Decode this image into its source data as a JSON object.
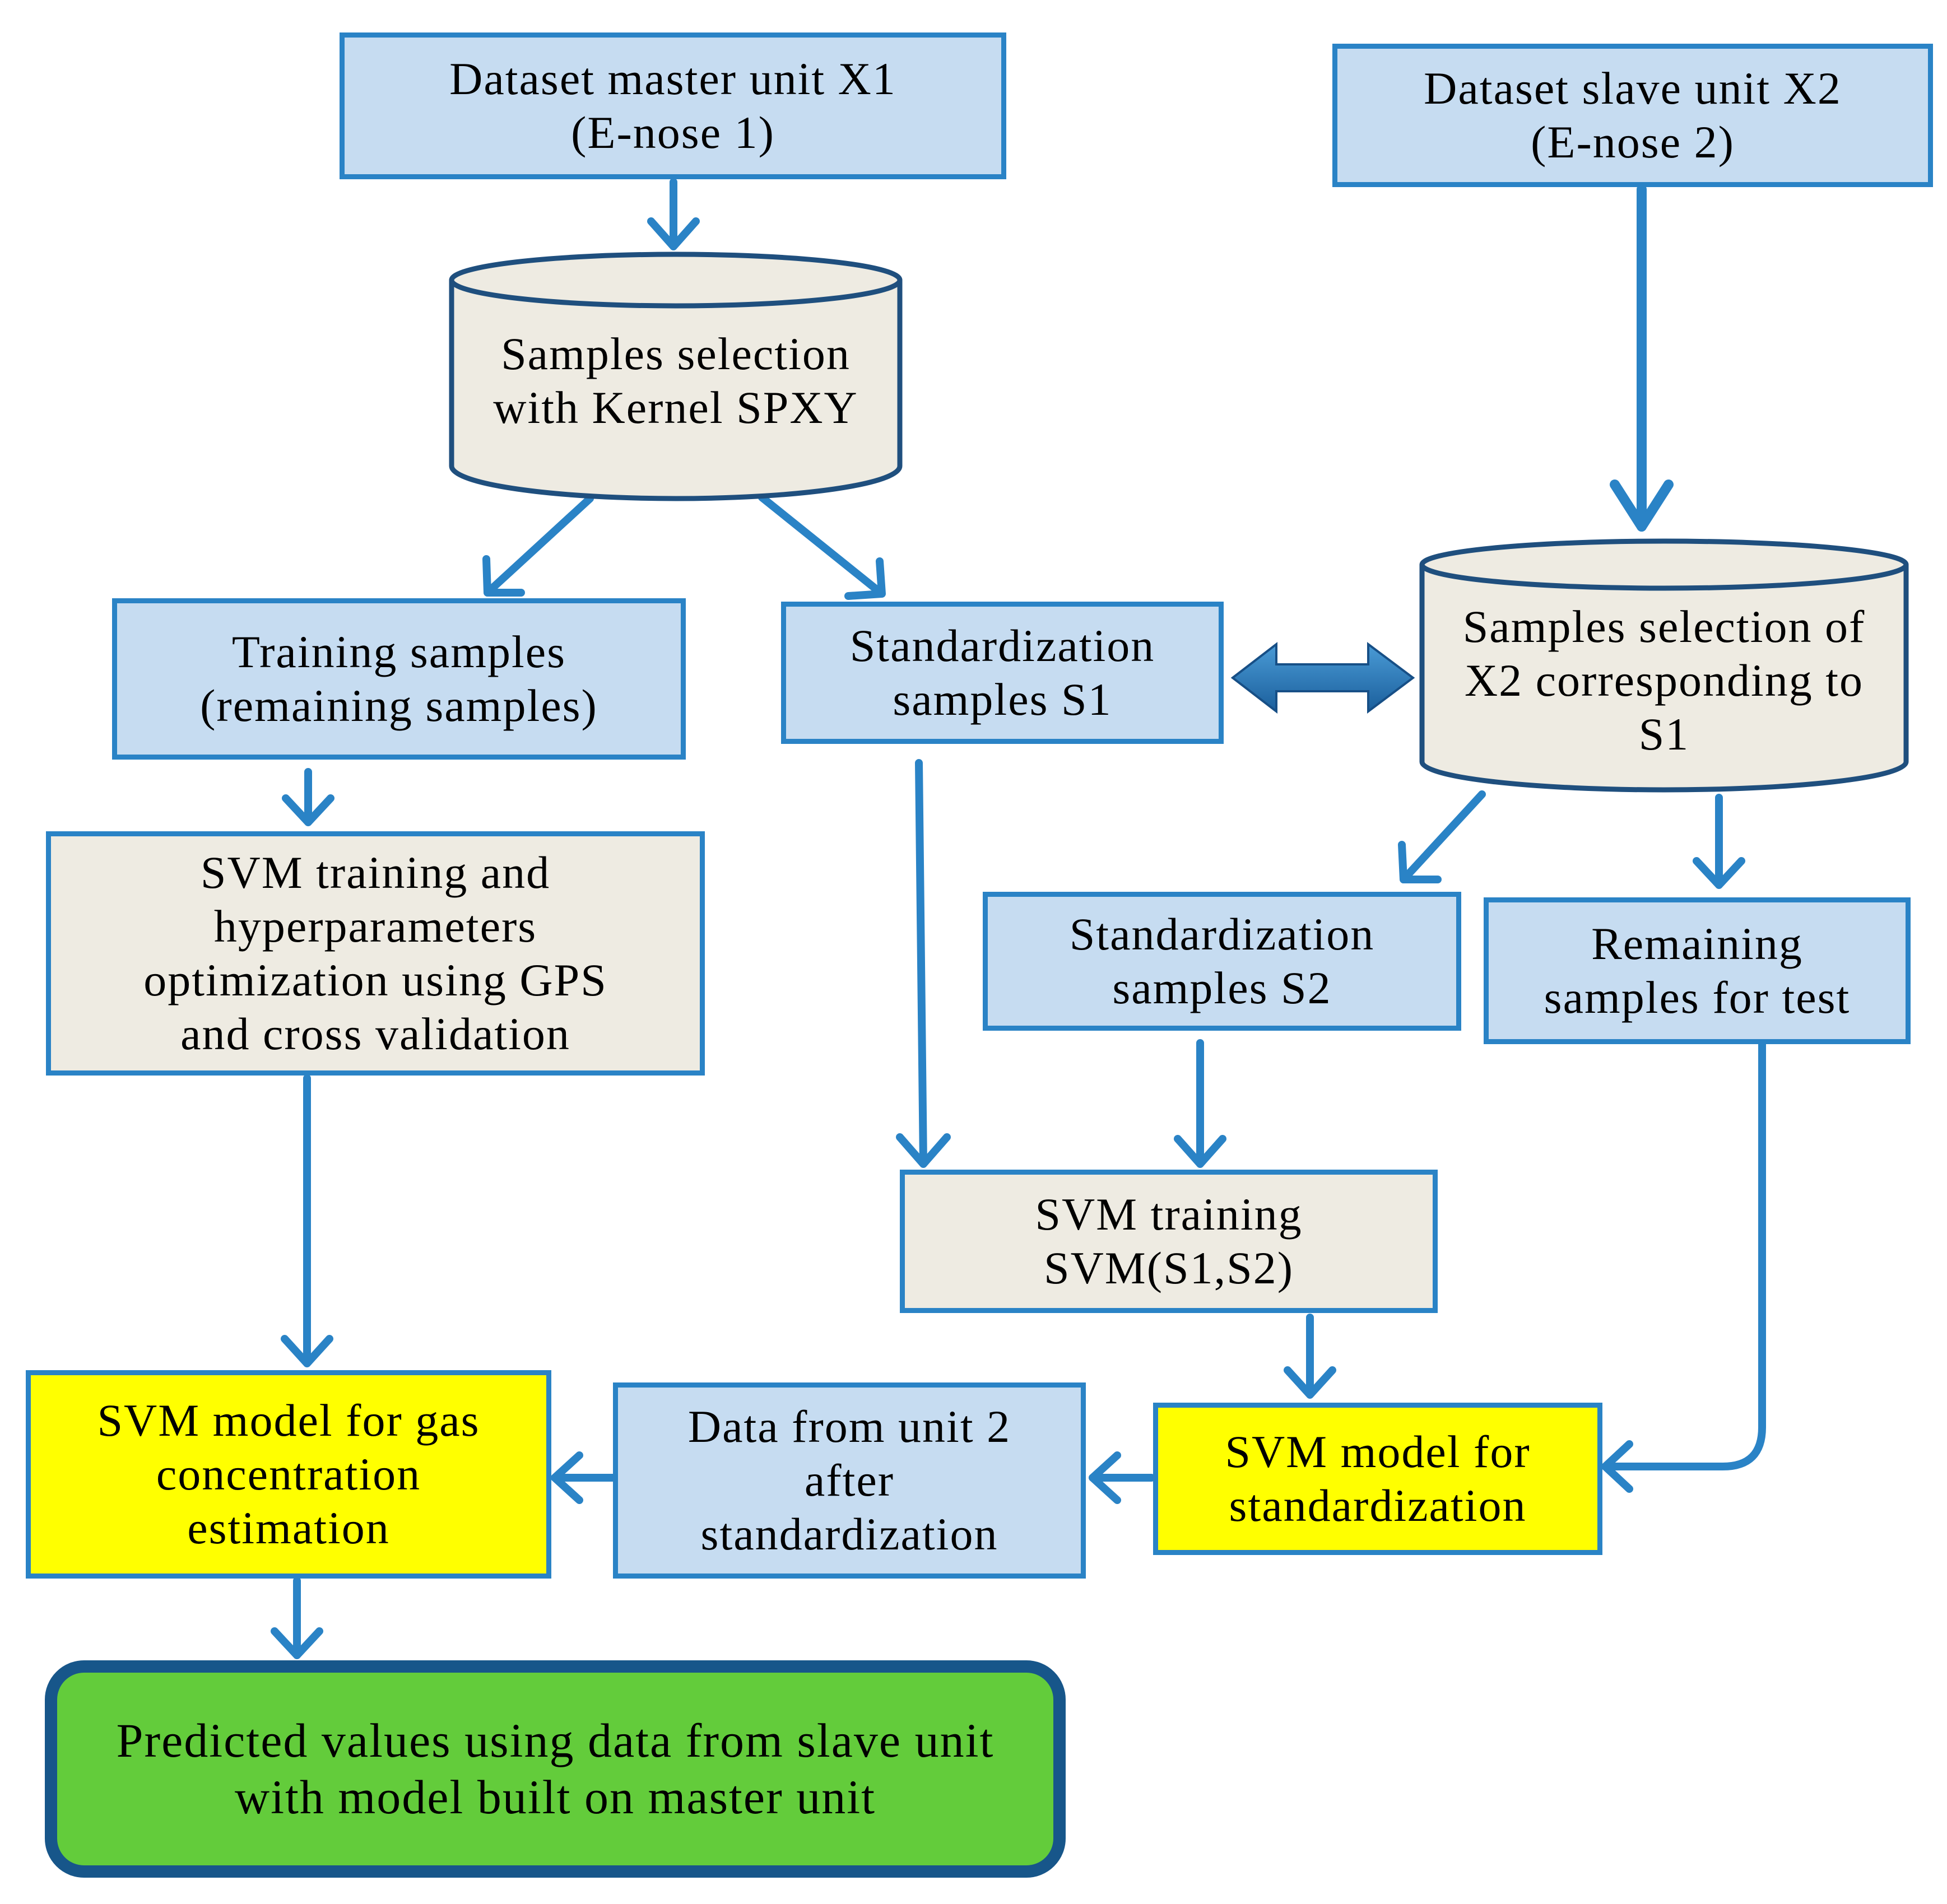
{
  "nodes": {
    "dataset_x1": {
      "lines": [
        "Dataset  master unit X1",
        "(E-nose 1)"
      ]
    },
    "dataset_x2": {
      "lines": [
        "Dataset  slave unit X2",
        "(E-nose 2)"
      ]
    },
    "kernel_spxy": {
      "lines": [
        "Samples selection",
        "with Kernel SPXY"
      ]
    },
    "training_samples": {
      "lines": [
        "Training samples",
        "(remaining samples)"
      ]
    },
    "std_s1": {
      "lines": [
        "Standardization",
        "samples S1"
      ]
    },
    "selection_x2": {
      "lines": [
        "Samples selection of",
        "X2 corresponding to",
        "S1"
      ]
    },
    "svm_gps": {
      "lines": [
        "SVM training and",
        "hyperparameters",
        "optimization using GPS",
        "and cross validation"
      ]
    },
    "std_s2": {
      "lines": [
        "Standardization",
        "samples S2"
      ]
    },
    "remaining_test": {
      "lines": [
        "Remaining",
        "samples for test"
      ]
    },
    "svm_s1s2": {
      "lines": [
        "SVM training",
        "SVM(S1,S2)"
      ]
    },
    "svm_gas": {
      "lines": [
        "SVM model for gas",
        "concentration",
        "estimation"
      ]
    },
    "data_unit2": {
      "lines": [
        "Data from unit 2",
        "after",
        "standardization"
      ]
    },
    "svm_std_model": {
      "lines": [
        "SVM model for",
        "standardization"
      ]
    },
    "predicted": {
      "lines": [
        "Predicted values using data from slave unit",
        "with model built on master unit"
      ]
    }
  },
  "colors": {
    "box_fill": "#c6dcf1",
    "box_border": "#2a83c6",
    "process_fill": "#eeebe2",
    "model_fill": "#ffff00",
    "result_fill": "#63cc3b",
    "result_border": "#17568a",
    "arrow": "#2a83c6"
  }
}
